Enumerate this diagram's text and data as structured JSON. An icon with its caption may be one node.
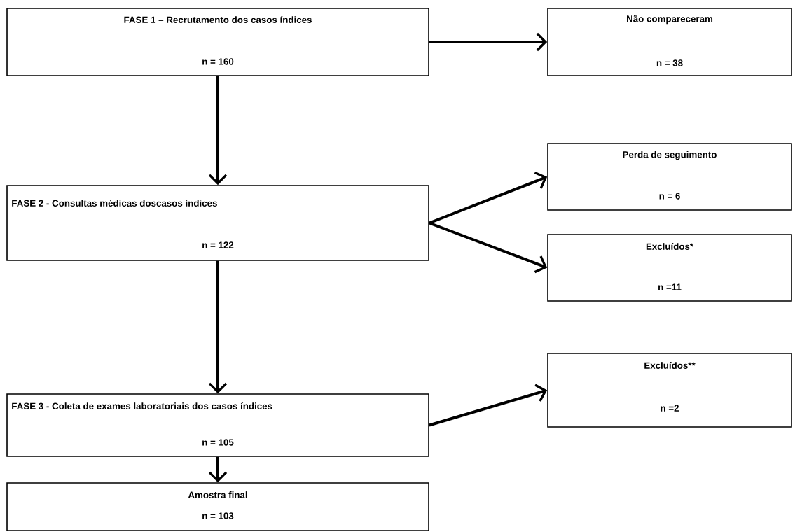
{
  "diagram": {
    "nodes": [
      {
        "text": [
          "FASE 1 – Recrutamento dos casos índices",
          "n = 160"
        ]
      },
      {
        "text": [
          "Não compareceram",
          "n = 38"
        ]
      },
      {
        "text": [
          "FASE 2 - Consultas médicas doscasos índices",
          "n = 122"
        ]
      },
      {
        "text": [
          "Perda de seguimento",
          "n = 6"
        ]
      },
      {
        "text": [
          "Excluídos*",
          "n =11"
        ]
      },
      {
        "text": [
          "FASE 3 - Coleta de exames laboratoriais dos casos índices",
          "n = 105"
        ]
      },
      {
        "text": [
          "Excluídos**",
          "n =2"
        ]
      },
      {
        "text": [
          "Amostra final",
          "n = 103"
        ]
      }
    ],
    "edges": [
      {
        "from": 0,
        "to": 1,
        "arrow": "to"
      },
      {
        "from": 0,
        "to": 2,
        "arrow": "to"
      },
      {
        "from": 2,
        "to": 3,
        "arrow": "to"
      },
      {
        "from": 2,
        "to": 4,
        "arrow": "to"
      },
      {
        "from": 2,
        "to": 5,
        "arrow": "to"
      },
      {
        "from": 5,
        "to": 6,
        "arrow": "to"
      },
      {
        "from": 5,
        "to": 7,
        "arrow": "to"
      }
    ]
  }
}
